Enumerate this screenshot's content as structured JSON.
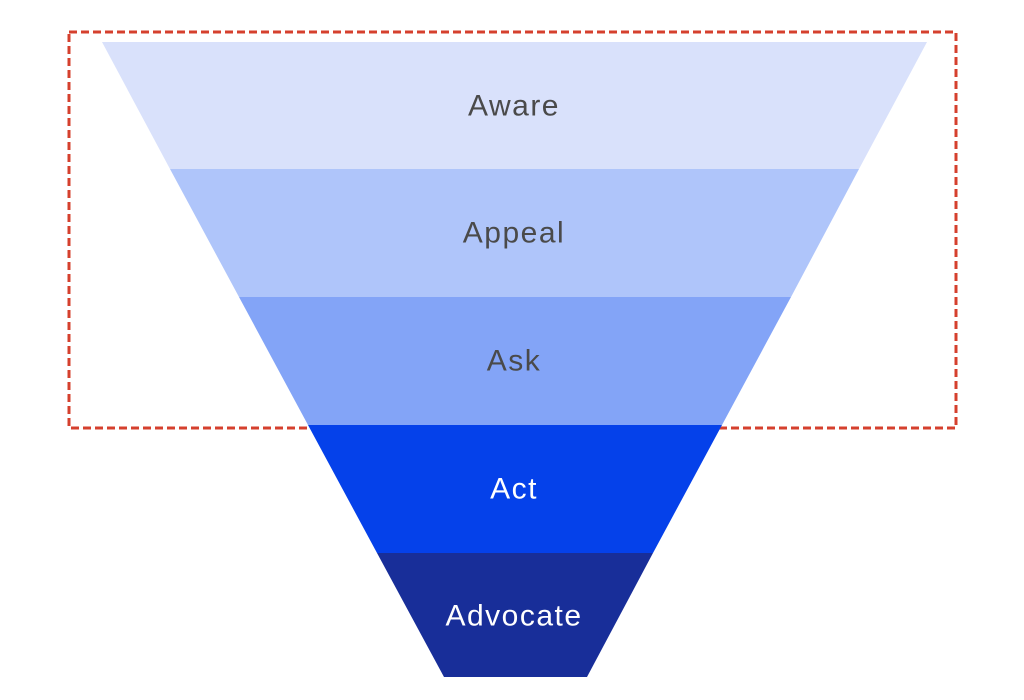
{
  "page": {
    "background_color": "#ffffff"
  },
  "funnel": {
    "type": "inverted-funnel",
    "levels": [
      {
        "id": "aware",
        "label": "Aware",
        "fill": "#d9e1fb",
        "text_color": "#4a4a4a"
      },
      {
        "id": "appeal",
        "label": "Appeal",
        "fill": "#afc5fa",
        "text_color": "#4a4a4a"
      },
      {
        "id": "ask",
        "label": "Ask",
        "fill": "#83a4f7",
        "text_color": "#4a4a4a"
      },
      {
        "id": "act",
        "label": "Act",
        "fill": "#0541ea",
        "text_color": "#ffffff"
      },
      {
        "id": "advocate",
        "label": "Advocate",
        "fill": "#182e99",
        "text_color": "#ffffff"
      }
    ],
    "highlight_box": {
      "stroke_color": "#d5402e",
      "border_style": "dashed",
      "encloses_levels": [
        "Aware",
        "Appeal",
        "Ask"
      ]
    }
  }
}
